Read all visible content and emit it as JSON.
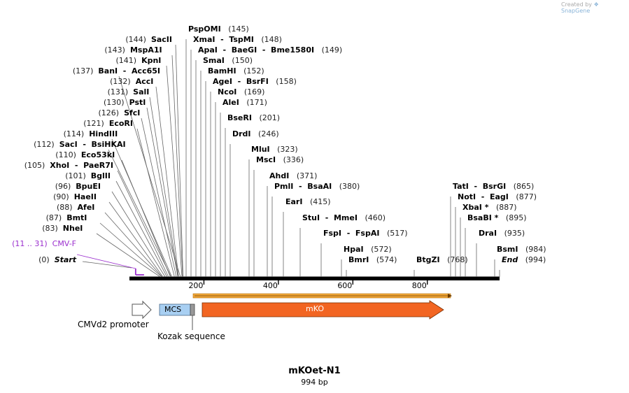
{
  "watermark": {
    "prefix": "Created by",
    "brand": "SnapGene"
  },
  "map": {
    "title": "mKOet-N1",
    "length_label": "994 bp",
    "length": 994,
    "ruler_ticks": [
      {
        "pos": 200,
        "label": "200"
      },
      {
        "pos": 400,
        "label": "400"
      },
      {
        "pos": 600,
        "label": "600"
      },
      {
        "pos": 800,
        "label": "800"
      }
    ],
    "sites": [
      {
        "name": "Start",
        "pos": 0,
        "pos_label": "(0)",
        "style": "italic"
      },
      {
        "name": "CMV-F",
        "pos": 11,
        "pos_label": "(11 .. 31)",
        "style": "primer",
        "color": "#9b2fce"
      },
      {
        "name": "NheI",
        "pos": 83,
        "pos_label": "(83)"
      },
      {
        "name": "BmtI",
        "pos": 87,
        "pos_label": "(87)"
      },
      {
        "name": "AfeI",
        "pos": 88,
        "pos_label": "(88)"
      },
      {
        "name": "HaeII",
        "pos": 90,
        "pos_label": "(90)"
      },
      {
        "name": "BpuEI",
        "pos": 96,
        "pos_label": "(96)"
      },
      {
        "name": "BglII",
        "pos": 101,
        "pos_label": "(101)"
      },
      {
        "name": "XhoI  -  PaeR7I",
        "pos": 105,
        "pos_label": "(105)"
      },
      {
        "name": "Eco53kI",
        "pos": 110,
        "pos_label": "(110)"
      },
      {
        "name": "SacI  -  BsiHKAI",
        "pos": 112,
        "pos_label": "(112)"
      },
      {
        "name": "HindIII",
        "pos": 114,
        "pos_label": "(114)"
      },
      {
        "name": "EcoRI",
        "pos": 121,
        "pos_label": "(121)"
      },
      {
        "name": "SfcI",
        "pos": 126,
        "pos_label": "(126)"
      },
      {
        "name": "PstI",
        "pos": 130,
        "pos_label": "(130)"
      },
      {
        "name": "SalI",
        "pos": 131,
        "pos_label": "(131)"
      },
      {
        "name": "AccI",
        "pos": 132,
        "pos_label": "(132)"
      },
      {
        "name": "BanI  -  Acc65I",
        "pos": 137,
        "pos_label": "(137)"
      },
      {
        "name": "KpnI",
        "pos": 141,
        "pos_label": "(141)"
      },
      {
        "name": "MspA1I",
        "pos": 143,
        "pos_label": "(143)"
      },
      {
        "name": "SacII",
        "pos": 144,
        "pos_label": "(144)"
      },
      {
        "name": "PspOMI",
        "pos": 145,
        "pos_label": "(145)"
      },
      {
        "name": "XmaI  -  TspMI",
        "pos": 148,
        "pos_label": "(148)"
      },
      {
        "name": "ApaI  -  BaeGI  -  Bme1580I",
        "pos": 149,
        "pos_label": "(149)"
      },
      {
        "name": "SmaI",
        "pos": 150,
        "pos_label": "(150)"
      },
      {
        "name": "BamHI",
        "pos": 152,
        "pos_label": "(152)"
      },
      {
        "name": "AgeI  -  BsrFI",
        "pos": 158,
        "pos_label": "(158)"
      },
      {
        "name": "NcoI",
        "pos": 169,
        "pos_label": "(169)"
      },
      {
        "name": "AleI",
        "pos": 171,
        "pos_label": "(171)"
      },
      {
        "name": "BseRI",
        "pos": 201,
        "pos_label": "(201)"
      },
      {
        "name": "DrdI",
        "pos": 246,
        "pos_label": "(246)"
      },
      {
        "name": "MluI",
        "pos": 323,
        "pos_label": "(323)"
      },
      {
        "name": "MscI",
        "pos": 336,
        "pos_label": "(336)"
      },
      {
        "name": "AhdI",
        "pos": 371,
        "pos_label": "(371)"
      },
      {
        "name": "PmlI  -  BsaAI",
        "pos": 380,
        "pos_label": "(380)"
      },
      {
        "name": "EarI",
        "pos": 415,
        "pos_label": "(415)"
      },
      {
        "name": "StuI  -  MmeI",
        "pos": 460,
        "pos_label": "(460)"
      },
      {
        "name": "FspI  -  FspAI",
        "pos": 517,
        "pos_label": "(517)"
      },
      {
        "name": "HpaI",
        "pos": 572,
        "pos_label": "(572)"
      },
      {
        "name": "BmrI",
        "pos": 574,
        "pos_label": "(574)"
      },
      {
        "name": "BtgZI",
        "pos": 768,
        "pos_label": "(768)"
      },
      {
        "name": "TatI  -  BsrGI",
        "pos": 865,
        "pos_label": "(865)"
      },
      {
        "name": "NotI  -  EagI",
        "pos": 877,
        "pos_label": "(877)"
      },
      {
        "name": "XbaI *",
        "pos": 887,
        "pos_label": "(887)"
      },
      {
        "name": "BsaBI *",
        "pos": 895,
        "pos_label": "(895)"
      },
      {
        "name": "DraI",
        "pos": 935,
        "pos_label": "(935)"
      },
      {
        "name": "BsmI",
        "pos": 984,
        "pos_label": "(984)"
      },
      {
        "name": "End",
        "pos": 994,
        "pos_label": "(994)",
        "style": "italic"
      }
    ],
    "features": {
      "promoter": {
        "label": "CMVd2 promoter",
        "color": "#ffffff"
      },
      "mcs": {
        "label": "MCS",
        "color": "#a8cff2"
      },
      "kozak": {
        "label": "Kozak sequence",
        "color": "#999999"
      },
      "mko": {
        "label": "mKO",
        "color": "#f26522"
      },
      "orf": {
        "color": "#f2a93b"
      }
    }
  }
}
